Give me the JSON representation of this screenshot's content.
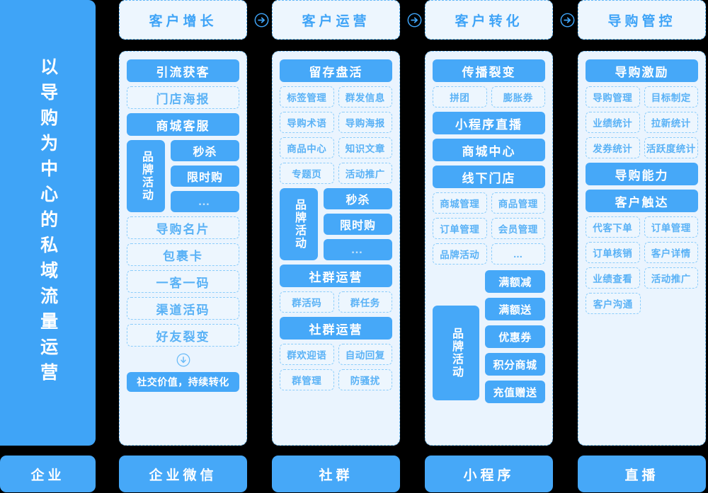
{
  "banner": {
    "text": "以导购为中心的私域流量运营"
  },
  "headers": [
    {
      "label": "客户增长"
    },
    {
      "label": "客户运营"
    },
    {
      "label": "客户转化"
    },
    {
      "label": "导购管控"
    }
  ],
  "arrow_icons": [
    "arrow-right-circle",
    "arrow-right-circle",
    "arrow-right-circle"
  ],
  "columns": [
    {
      "name": "客户增长",
      "nodes": {
        "n0": "引流获客",
        "n1": "门店海报",
        "n2": "商城客服",
        "brand_label": "品牌活动",
        "brand_items": [
          "秒杀",
          "限时购",
          "…"
        ],
        "n3": "导购名片",
        "n4": "包裹卡",
        "n5": "一客一码",
        "n6": "渠道活码",
        "n7": "好友裂变",
        "cta": "社交价值，持续转化"
      }
    },
    {
      "name": "客户运营",
      "nodes": {
        "n0": "留存盘活",
        "pairs1": [
          [
            "标签管理",
            "群发信息"
          ],
          [
            "导购术语",
            "导购海报"
          ],
          [
            "商品中心",
            "知识文章"
          ],
          [
            "专题页",
            "活动推广"
          ]
        ],
        "brand_label": "品牌活动",
        "brand_items": [
          "秒杀",
          "限时购",
          "…"
        ],
        "n1": "社群运营",
        "pairs2": [
          [
            "群活码",
            "群任务"
          ]
        ],
        "n2": "社群运营",
        "pairs3": [
          [
            "群欢迎语",
            "自动回复"
          ],
          [
            "群管理",
            "防骚扰"
          ]
        ]
      }
    },
    {
      "name": "客户转化",
      "nodes": {
        "n0": "传播裂变",
        "pairs1": [
          [
            "拼团",
            "膨胀券"
          ]
        ],
        "n1": "小程序直播",
        "n2": "商城中心",
        "n3": "线下门店",
        "pairs2": [
          [
            "商城管理",
            "商品管理"
          ],
          [
            "订单管理",
            "会员管理"
          ],
          [
            "品牌活动",
            "…"
          ]
        ],
        "brand_label": "品牌活动",
        "brand_items": [
          "满额减",
          "满额送",
          "优惠券",
          "积分商城",
          "充值赠送"
        ]
      }
    },
    {
      "name": "导购管控",
      "nodes": {
        "n0": "导购激励",
        "pairs1": [
          [
            "导购管理",
            "目标制定"
          ],
          [
            "业绩统计",
            "拉新统计"
          ],
          [
            "发券统计",
            "活跃度统计"
          ]
        ],
        "n1": "导购能力",
        "n2": "客户触达",
        "pairs2": [
          [
            "代客下单",
            "订单管理"
          ],
          [
            "订单核销",
            "客户详情"
          ],
          [
            "业绩查看",
            "活动推广"
          ]
        ],
        "single": "客户沟通"
      }
    }
  ],
  "channels": [
    "企业",
    "企业微信",
    "社群",
    "小程序",
    "直播"
  ],
  "colors": {
    "brand_blue": "#46A8F8",
    "banner_blue": "#3FA4F7",
    "panel_bg": "#EAF4FE",
    "light_bg": "#EDF6FE",
    "dashed_border": "#8CCDFB",
    "dashed_text": "#5AB2F6"
  }
}
